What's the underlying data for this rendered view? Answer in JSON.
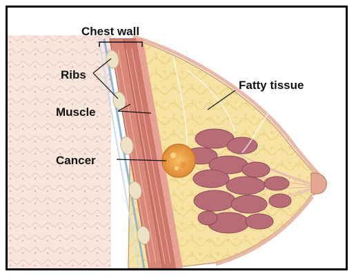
{
  "labels": {
    "chest_wall": "Chest wall",
    "ribs": "Ribs",
    "muscle": "Muscle",
    "cancer": "Cancer",
    "fatty_tissue": "Fatty tissue"
  },
  "colors": {
    "skin": "#f4dccb",
    "fat": "#f6e7a6",
    "muscle": "#d9877a",
    "rib": "#e8dcc0",
    "lobule": "#b56a75",
    "tumor": "#f0a64a"
  }
}
